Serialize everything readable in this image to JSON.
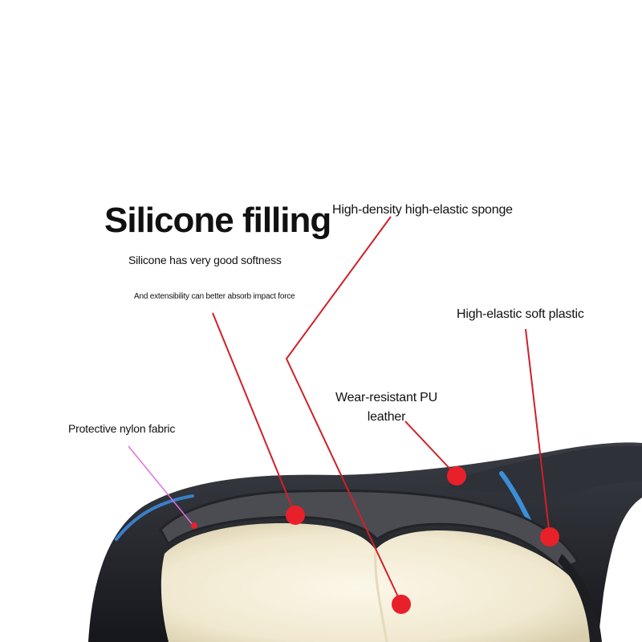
{
  "annotations": {
    "title": "Silicone filling",
    "subtitle": "Silicone has very good softness",
    "subtitle2": "And extensibility can better absorb impact force",
    "sponge": "High-density high-elastic sponge",
    "plastic": "High-elastic soft plastic",
    "pu_line1": "Wear-resistant PU",
    "pu_line2": "leather",
    "nylon": "Protective nylon fabric"
  },
  "colors": {
    "leader": "#d0202a",
    "dot": "#e8202a",
    "nylon_leader": "#e070e0",
    "shell": "#2a2d33",
    "foam": "#f3ecd6",
    "accent_blue": "#3a8fd8"
  }
}
